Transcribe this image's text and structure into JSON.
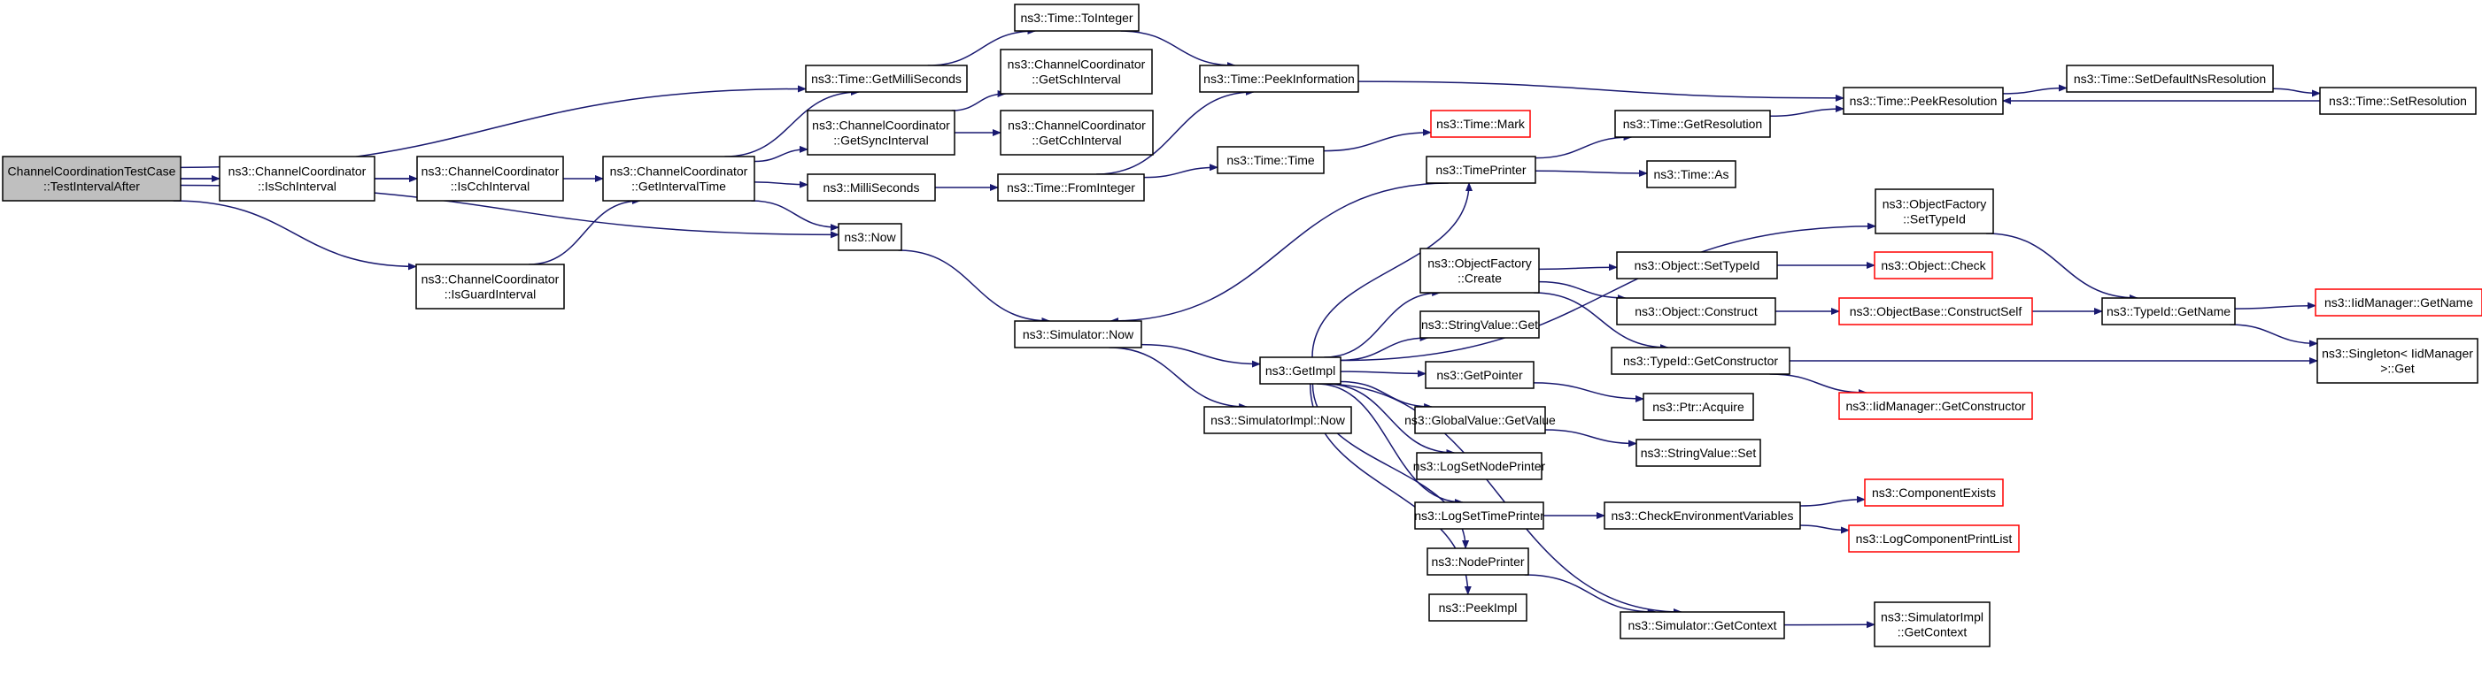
{
  "colors": {
    "edge": "#191970",
    "node_border": "#000000",
    "node_fill": "#ffffff",
    "root_fill": "#bfbfbf",
    "external_border": "#ff0000"
  },
  "nodes": [
    {
      "id": "root",
      "lines": [
        "ChannelCoordinationTestCase",
        "::TestIntervalAfter"
      ],
      "kind": "root"
    },
    {
      "id": "isSch",
      "lines": [
        "ns3::ChannelCoordinator",
        "::IsSchInterval"
      ],
      "kind": "normal"
    },
    {
      "id": "isCch",
      "lines": [
        "ns3::ChannelCoordinator",
        "::IsCchInterval"
      ],
      "kind": "normal"
    },
    {
      "id": "isGuard",
      "lines": [
        "ns3::ChannelCoordinator",
        "::IsGuardInterval"
      ],
      "kind": "normal"
    },
    {
      "id": "getInterval",
      "lines": [
        "ns3::ChannelCoordinator",
        "::GetIntervalTime"
      ],
      "kind": "normal"
    },
    {
      "id": "getMilli",
      "lines": [
        "ns3::Time::GetMilliSeconds"
      ],
      "kind": "normal"
    },
    {
      "id": "getSync",
      "lines": [
        "ns3::ChannelCoordinator",
        "::GetSyncInterval"
      ],
      "kind": "normal"
    },
    {
      "id": "milliSeconds",
      "lines": [
        "ns3::MilliSeconds"
      ],
      "kind": "normal"
    },
    {
      "id": "now",
      "lines": [
        "ns3::Now"
      ],
      "kind": "normal"
    },
    {
      "id": "toInteger",
      "lines": [
        "ns3::Time::ToInteger"
      ],
      "kind": "normal"
    },
    {
      "id": "getSch",
      "lines": [
        "ns3::ChannelCoordinator",
        "::GetSchInterval"
      ],
      "kind": "normal"
    },
    {
      "id": "getCch",
      "lines": [
        "ns3::ChannelCoordinator",
        "::GetCchInterval"
      ],
      "kind": "normal"
    },
    {
      "id": "fromInteger",
      "lines": [
        "ns3::Time::FromInteger"
      ],
      "kind": "normal"
    },
    {
      "id": "simNow",
      "lines": [
        "ns3::Simulator::Now"
      ],
      "kind": "normal"
    },
    {
      "id": "peekInfo",
      "lines": [
        "ns3::Time::PeekInformation"
      ],
      "kind": "normal"
    },
    {
      "id": "timeTime",
      "lines": [
        "ns3::Time::Time"
      ],
      "kind": "normal"
    },
    {
      "id": "timeMark",
      "lines": [
        "ns3::Time::Mark"
      ],
      "kind": "external"
    },
    {
      "id": "timePrinter",
      "lines": [
        "ns3::TimePrinter"
      ],
      "kind": "normal"
    },
    {
      "id": "getImpl",
      "lines": [
        "ns3::GetImpl"
      ],
      "kind": "normal"
    },
    {
      "id": "simImplNow",
      "lines": [
        "ns3::SimulatorImpl::Now"
      ],
      "kind": "normal"
    },
    {
      "id": "objFactCreate",
      "lines": [
        "ns3::ObjectFactory",
        "::Create"
      ],
      "kind": "normal"
    },
    {
      "id": "stringGet",
      "lines": [
        "ns3::StringValue::Get"
      ],
      "kind": "normal"
    },
    {
      "id": "getPointer",
      "lines": [
        "ns3::GetPointer"
      ],
      "kind": "normal"
    },
    {
      "id": "globalGet",
      "lines": [
        "ns3::GlobalValue::GetValue"
      ],
      "kind": "normal"
    },
    {
      "id": "logSetNode",
      "lines": [
        "ns3::LogSetNodePrinter"
      ],
      "kind": "normal"
    },
    {
      "id": "logSetTime",
      "lines": [
        "ns3::LogSetTimePrinter"
      ],
      "kind": "normal"
    },
    {
      "id": "nodePrinter",
      "lines": [
        "ns3::NodePrinter"
      ],
      "kind": "normal"
    },
    {
      "id": "peekImpl",
      "lines": [
        "ns3::PeekImpl"
      ],
      "kind": "normal"
    },
    {
      "id": "getResolution",
      "lines": [
        "ns3::Time::GetResolution"
      ],
      "kind": "normal"
    },
    {
      "id": "timeAs",
      "lines": [
        "ns3::Time::As"
      ],
      "kind": "normal"
    },
    {
      "id": "objSetTypeId",
      "lines": [
        "ns3::Object::SetTypeId"
      ],
      "kind": "normal"
    },
    {
      "id": "objConstruct",
      "lines": [
        "ns3::Object::Construct"
      ],
      "kind": "normal"
    },
    {
      "id": "typeIdGetCtor",
      "lines": [
        "ns3::TypeId::GetConstructor"
      ],
      "kind": "normal"
    },
    {
      "id": "ptrAcquire",
      "lines": [
        "ns3::Ptr::Acquire"
      ],
      "kind": "normal"
    },
    {
      "id": "stringSet",
      "lines": [
        "ns3::StringValue::Set"
      ],
      "kind": "normal"
    },
    {
      "id": "checkEnv",
      "lines": [
        "ns3::CheckEnvironmentVariables"
      ],
      "kind": "normal"
    },
    {
      "id": "simGetContext",
      "lines": [
        "ns3::Simulator::GetContext"
      ],
      "kind": "normal"
    },
    {
      "id": "peekResolution",
      "lines": [
        "ns3::Time::PeekResolution"
      ],
      "kind": "normal"
    },
    {
      "id": "objFactSetTypeId",
      "lines": [
        "ns3::ObjectFactory",
        "::SetTypeId"
      ],
      "kind": "normal"
    },
    {
      "id": "objCheck",
      "lines": [
        "ns3::Object::Check"
      ],
      "kind": "external"
    },
    {
      "id": "objBaseCtorSelf",
      "lines": [
        "ns3::ObjectBase::ConstructSelf"
      ],
      "kind": "external"
    },
    {
      "id": "iidGetCtor",
      "lines": [
        "ns3::IidManager::GetConstructor"
      ],
      "kind": "external"
    },
    {
      "id": "compExists",
      "lines": [
        "ns3::ComponentExists"
      ],
      "kind": "external"
    },
    {
      "id": "logCompPrint",
      "lines": [
        "ns3::LogComponentPrintList"
      ],
      "kind": "external"
    },
    {
      "id": "simImplGetContext",
      "lines": [
        "ns3::SimulatorImpl",
        "::GetContext"
      ],
      "kind": "normal"
    },
    {
      "id": "setDefaultNs",
      "lines": [
        "ns3::Time::SetDefaultNsResolution"
      ],
      "kind": "normal"
    },
    {
      "id": "setResolution",
      "lines": [
        "ns3::Time::SetResolution"
      ],
      "kind": "normal"
    },
    {
      "id": "typeIdGetName",
      "lines": [
        "ns3::TypeId::GetName"
      ],
      "kind": "normal"
    },
    {
      "id": "iidGetName",
      "lines": [
        "ns3::IidManager::GetName"
      ],
      "kind": "external"
    },
    {
      "id": "singletonGet",
      "lines": [
        "ns3::Singleton< IidManager",
        ">::Get"
      ],
      "kind": "normal"
    }
  ],
  "edges": [
    [
      "root",
      "isSch"
    ],
    [
      "root",
      "isCch"
    ],
    [
      "root",
      "getMilli"
    ],
    [
      "root",
      "now"
    ],
    [
      "root",
      "isGuard"
    ],
    [
      "isSch",
      "isCch"
    ],
    [
      "isCch",
      "getInterval"
    ],
    [
      "isGuard",
      "getInterval"
    ],
    [
      "getInterval",
      "getMilli"
    ],
    [
      "getInterval",
      "getSync"
    ],
    [
      "getInterval",
      "milliSeconds"
    ],
    [
      "getInterval",
      "now"
    ],
    [
      "getMilli",
      "toInteger"
    ],
    [
      "getSync",
      "getSch"
    ],
    [
      "getSync",
      "getCch"
    ],
    [
      "milliSeconds",
      "fromInteger"
    ],
    [
      "now",
      "simNow"
    ],
    [
      "toInteger",
      "peekInfo"
    ],
    [
      "fromInteger",
      "peekInfo"
    ],
    [
      "fromInteger",
      "timeTime"
    ],
    [
      "simNow",
      "getImpl"
    ],
    [
      "simNow",
      "simImplNow"
    ],
    [
      "peekInfo",
      "peekResolution"
    ],
    [
      "timeTime",
      "timeMark"
    ],
    [
      "timePrinter",
      "getResolution"
    ],
    [
      "timePrinter",
      "timeAs"
    ],
    [
      "timePrinter",
      "simNow"
    ],
    [
      "getImpl",
      "timePrinter"
    ],
    [
      "getImpl",
      "objFactSetTypeId"
    ],
    [
      "getImpl",
      "objFactCreate"
    ],
    [
      "getImpl",
      "stringGet"
    ],
    [
      "getImpl",
      "getPointer"
    ],
    [
      "getImpl",
      "globalGet"
    ],
    [
      "getImpl",
      "logSetNode"
    ],
    [
      "getImpl",
      "logSetTime"
    ],
    [
      "getImpl",
      "nodePrinter"
    ],
    [
      "getImpl",
      "peekImpl"
    ],
    [
      "getImpl",
      "simGetContext"
    ],
    [
      "objFactCreate",
      "objSetTypeId"
    ],
    [
      "objFactCreate",
      "objConstruct"
    ],
    [
      "objFactCreate",
      "typeIdGetCtor"
    ],
    [
      "getPointer",
      "ptrAcquire"
    ],
    [
      "globalGet",
      "stringSet"
    ],
    [
      "logSetTime",
      "checkEnv"
    ],
    [
      "nodePrinter",
      "simGetContext"
    ],
    [
      "getResolution",
      "peekResolution"
    ],
    [
      "objSetTypeId",
      "objCheck"
    ],
    [
      "objConstruct",
      "objBaseCtorSelf"
    ],
    [
      "typeIdGetCtor",
      "iidGetCtor"
    ],
    [
      "typeIdGetCtor",
      "singletonGet"
    ],
    [
      "checkEnv",
      "compExists"
    ],
    [
      "checkEnv",
      "logCompPrint"
    ],
    [
      "simGetContext",
      "simImplGetContext"
    ],
    [
      "peekResolution",
      "setDefaultNs"
    ],
    [
      "setDefaultNs",
      "setResolution"
    ],
    [
      "setResolution",
      "peekResolution"
    ],
    [
      "objFactSetTypeId",
      "typeIdGetName"
    ],
    [
      "objBaseCtorSelf",
      "typeIdGetName"
    ],
    [
      "typeIdGetName",
      "iidGetName"
    ],
    [
      "typeIdGetName",
      "singletonGet"
    ]
  ]
}
